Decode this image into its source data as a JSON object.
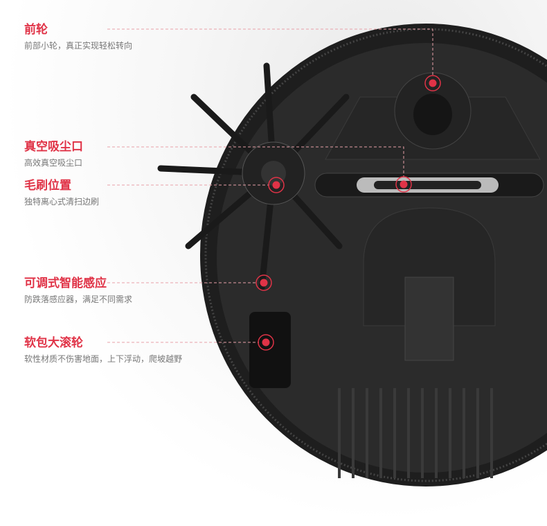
{
  "features": [
    {
      "title": "前轮",
      "desc": "前部小轮，真正实现轻松转向"
    },
    {
      "title": "真空吸尘口",
      "desc": "高效真空吸尘口"
    },
    {
      "title": "毛刷位置",
      "desc": "独特离心式清扫边刷"
    },
    {
      "title": "可调式智能感应",
      "desc": "防跌落感应器，满足不同需求"
    },
    {
      "title": "软包大滚轮",
      "desc": "软性材质不伤害地面，上下浮动，爬坡越野"
    }
  ],
  "colors": {
    "accent": "#e03347",
    "body": "#2a2a2a"
  }
}
